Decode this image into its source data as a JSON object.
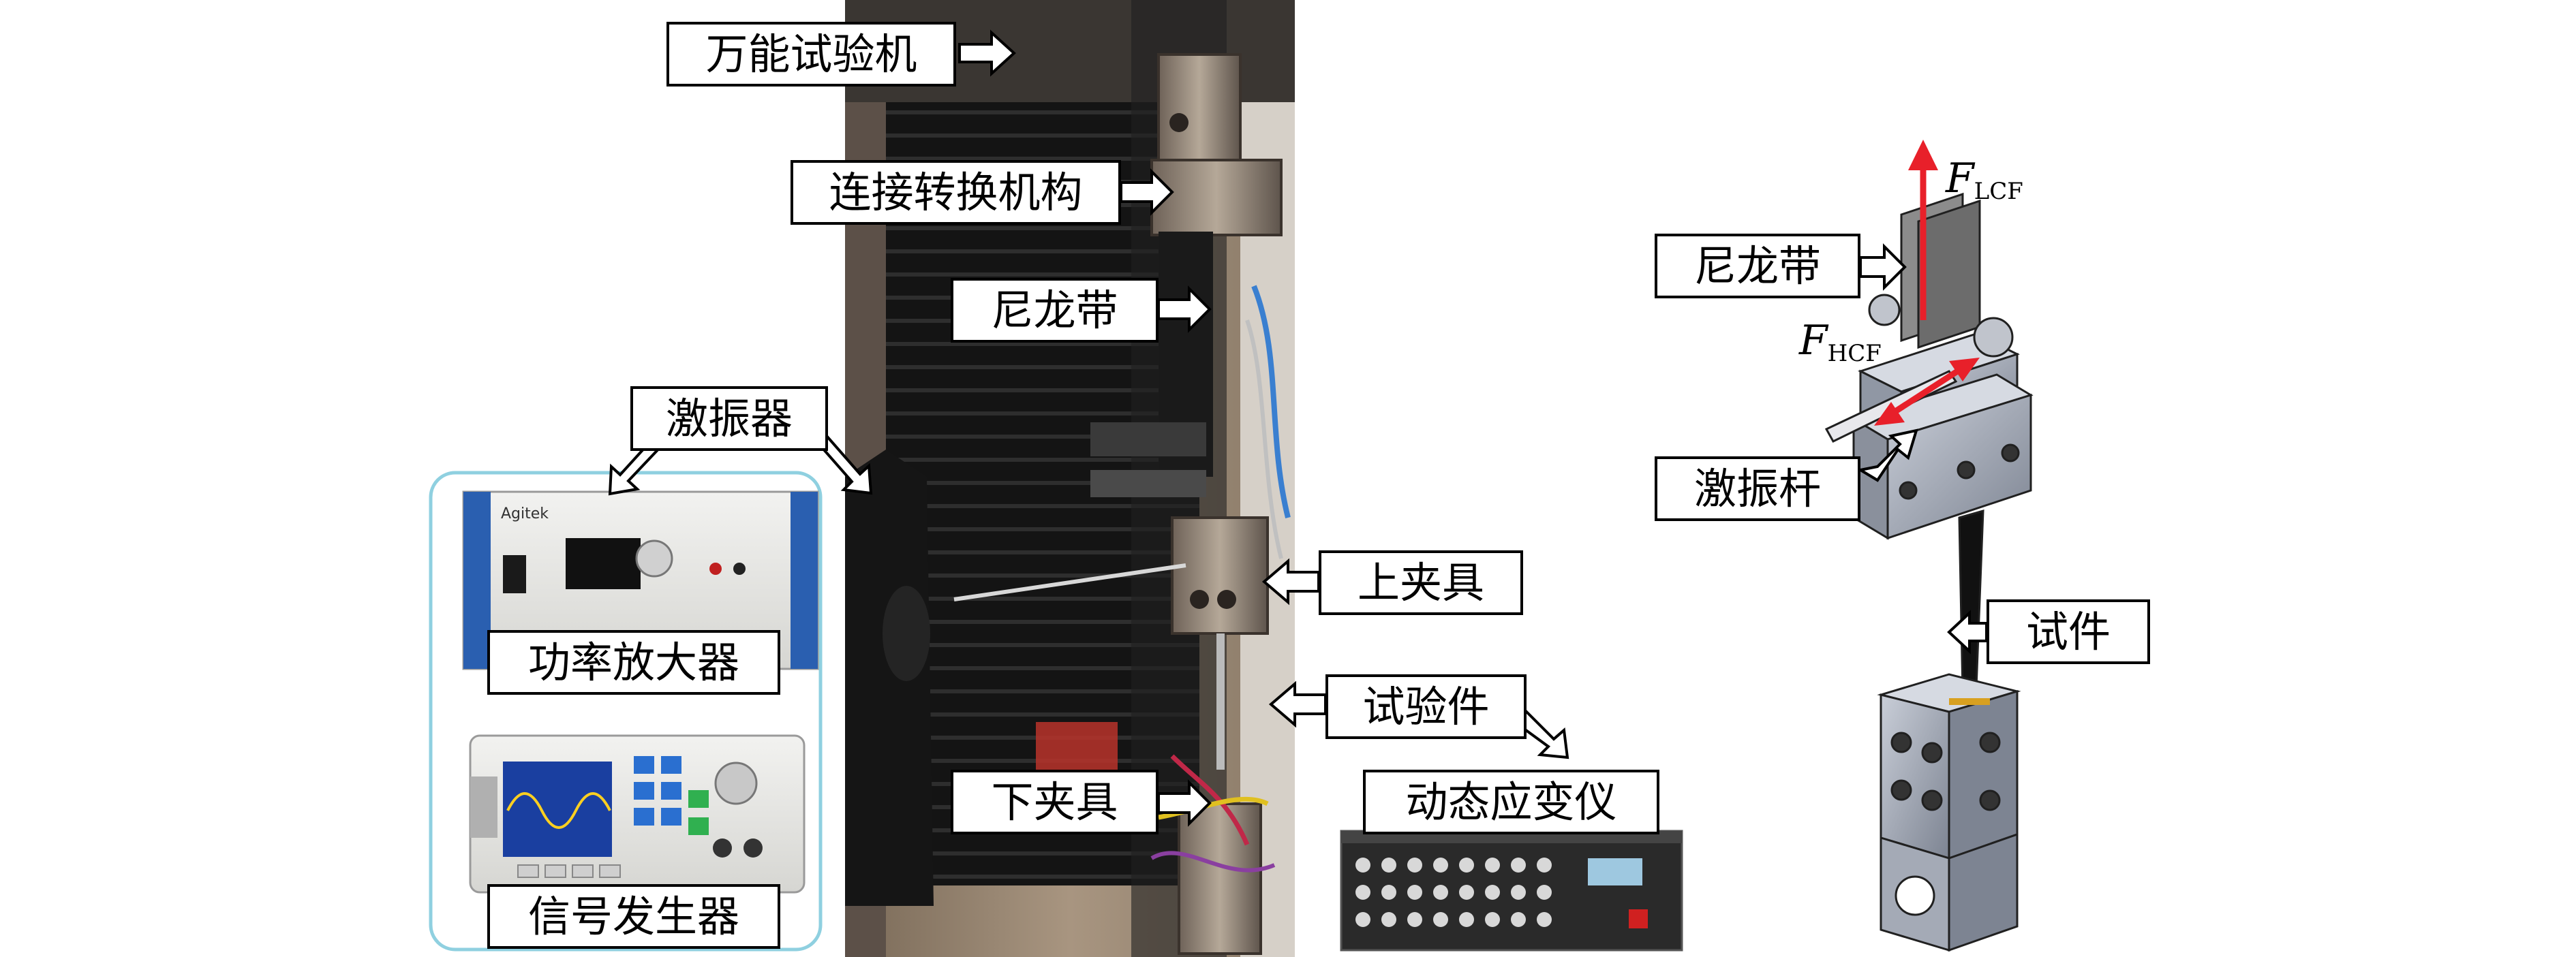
{
  "labels": {
    "universal_testing_machine": "万能试验机",
    "connection_mechanism": "连接转换机构",
    "nylon_strap_photo": "尼龙带",
    "exciter": "激振器",
    "upper_clamp": "上夹具",
    "test_specimen": "试验件",
    "lower_clamp": "下夹具",
    "dynamic_strain_gauge": "动态应变仪",
    "power_amplifier": "功率放大器",
    "signal_generator": "信号发生器",
    "nylon_strap_model": "尼龙带",
    "exciter_rod": "激振杆",
    "specimen_model": "试件"
  },
  "forces": {
    "lcf_symbol": "F",
    "lcf_sub": "LCF",
    "hcf_symbol": "F",
    "hcf_sub": "HCF"
  },
  "devices": {
    "amplifier_brand": "Agitek"
  },
  "colors": {
    "force_arrow": "#e8202a",
    "panel_border": "#8fd0e0",
    "photo_dark": "#1c1c1c",
    "steel": "#a9aeb8"
  }
}
